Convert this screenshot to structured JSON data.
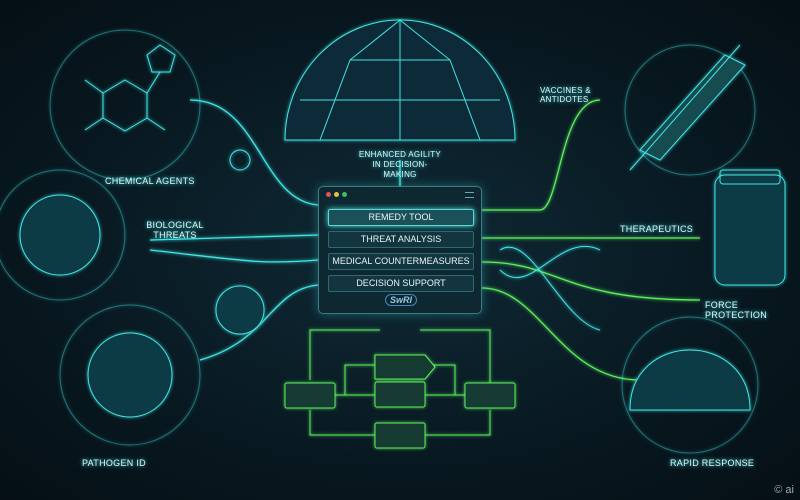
{
  "header": {
    "title": "Enhanced Agility in Decision-Making"
  },
  "left_labels": {
    "chemical": "Chemical Agents",
    "biological": "Biological Threats",
    "pathogen": "Pathogen ID"
  },
  "right_labels": {
    "vaccines": "Vaccines & Antidotes",
    "therapeutics": "Therapeutics",
    "force": "Force Protection",
    "rapid": "Rapid Response"
  },
  "panel": {
    "buttons": [
      {
        "label": "Remedy Tool",
        "active": true
      },
      {
        "label": "Threat Analysis",
        "active": false
      },
      {
        "label": "Medical Countermeasures",
        "active": false
      },
      {
        "label": "Decision Support",
        "active": false
      }
    ],
    "logo": "SwRI",
    "window_dots": [
      "#e05555",
      "#e0c040",
      "#40c060"
    ]
  },
  "watermark": "© ai",
  "colors": {
    "cyan": "#3fe6e6",
    "green": "#5cf05c",
    "bg": "#081820"
  }
}
